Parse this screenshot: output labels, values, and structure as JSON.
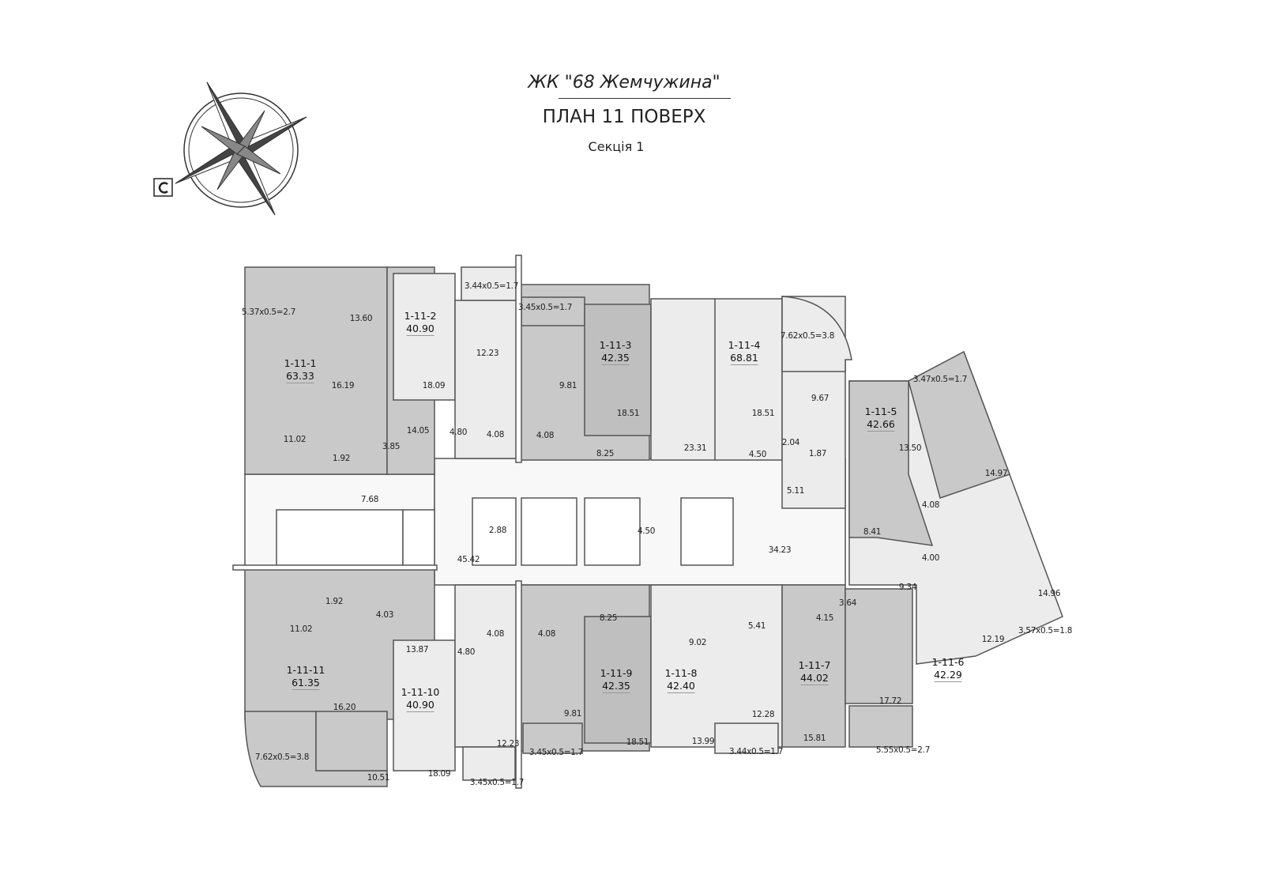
{
  "header": {
    "title": "ЖК \"68 Жемчужина\"",
    "subtitle": "ПЛАН 11 ПОВЕРХ",
    "section": "Секція 1"
  },
  "compass": {
    "icon": "compass-rose-icon",
    "marker_icon": "rotate-icon"
  },
  "colors": {
    "apartment_dark": "#c9c9c9",
    "apartment_light": "#ececec",
    "common": "#f6f6f6",
    "wall": "#555555"
  },
  "apartments": [
    {
      "number": "1-11-1",
      "area": "63.33"
    },
    {
      "number": "1-11-2",
      "area": "40.90"
    },
    {
      "number": "1-11-3",
      "area": "42.35"
    },
    {
      "number": "1-11-4",
      "area": "68.81"
    },
    {
      "number": "1-11-5",
      "area": "42.66"
    },
    {
      "number": "1-11-6",
      "area": "42.29"
    },
    {
      "number": "1-11-7",
      "area": "44.02"
    },
    {
      "number": "1-11-8",
      "area": "42.40"
    },
    {
      "number": "1-11-9",
      "area": "42.35"
    },
    {
      "number": "1-11-10",
      "area": "40.90"
    },
    {
      "number": "1-11-11",
      "area": "61.35"
    }
  ],
  "rooms": [
    "13.60",
    "5.37x0.5=2.7",
    "16.19",
    "11.02",
    "14.05",
    "3.85",
    "1.92",
    "18.09",
    "12.23",
    "3.44x0.5=1.7",
    "4.80",
    "4.08",
    "4.08",
    "3.45x0.5=1.7",
    "9.81",
    "18.51",
    "8.25",
    "23.31",
    "18.51",
    "4.50",
    "7.62x0.5=3.8",
    "9.67",
    "2.04",
    "1.87",
    "5.11",
    "3.47x0.5=1.7",
    "13.50",
    "14.97",
    "4.08",
    "8.41",
    "4.00",
    "9.34",
    "14.96",
    "12.19",
    "3.57x0.5=1.8",
    "7.68",
    "2.88",
    "4.50",
    "45.42",
    "34.23",
    "1.92",
    "4.03",
    "11.02",
    "13.87",
    "16.20",
    "7.62x0.5=3.8",
    "10.51",
    "18.09",
    "4.80",
    "4.08",
    "4.08",
    "12.23",
    "3.45x0.5=1.7",
    "8.25",
    "9.81",
    "3.45x0.5=1.7",
    "18.51",
    "9.02",
    "5.41",
    "13.99",
    "12.28",
    "3.44x0.5=1.7",
    "4.15",
    "3.64",
    "15.81",
    "17.72",
    "5.55x0.5=2.7"
  ]
}
